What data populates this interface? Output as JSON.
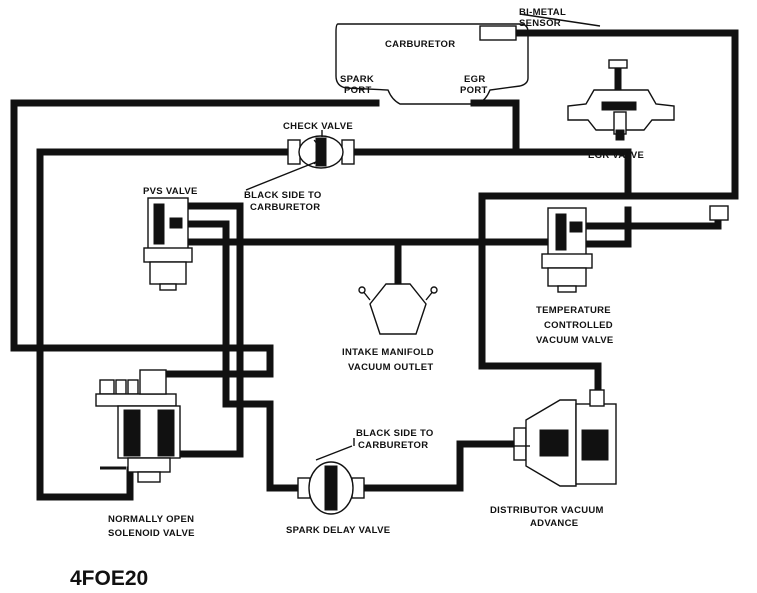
{
  "labels": {
    "carburetor": "CARBURETOR",
    "bimetal_line1": "BI-METAL",
    "bimetal_line2": "SENSOR",
    "spark_port_line1": "SPARK",
    "spark_port_line2": "PORT",
    "egr_port_line1": "EGR",
    "egr_port_line2": "PORT",
    "check_valve": "CHECK VALVE",
    "egr_valve": "EGR VALVE",
    "pvs_valve": "PVS VALVE",
    "black_side_1_line1": "BLACK SIDE TO",
    "black_side_1_line2": "CARBURETOR",
    "temp_valve_line1": "TEMPERATURE",
    "temp_valve_line2": "CONTROLLED",
    "temp_valve_line3": "VACUUM VALVE",
    "intake_line1": "INTAKE MANIFOLD",
    "intake_line2": "VACUUM OUTLET",
    "black_side_2_line1": "BLACK SIDE TO",
    "black_side_2_line2": "CARBURETOR",
    "solenoid_line1": "NORMALLY OPEN",
    "solenoid_line2": "SOLENOID VALVE",
    "spark_delay": "SPARK DELAY VALVE",
    "distributor_line1": "DISTRIBUTOR VACUUM",
    "distributor_line2": "ADVANCE",
    "figure_id": "4FOE20"
  }
}
